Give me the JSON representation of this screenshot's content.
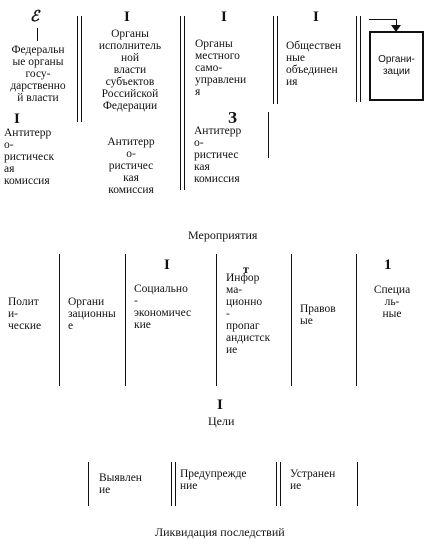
{
  "top_row": {
    "federal": {
      "mark": "ℰ",
      "label": "Федеральн\nые органы\nгосу-\nдарственно\nй власти"
    },
    "regional": {
      "mark": "I",
      "label": "Органы\nисполнитель\nной\nвласти\nсубъектов\nРоссийской\nФедерации"
    },
    "local": {
      "mark": "I",
      "label": "Органы\nместного\nсамо-\nуправлени\nя"
    },
    "public": {
      "mark": "I",
      "label": "Обществен\nные\nобъединен\nия"
    },
    "organizations": {
      "label": "Органи-\nзации"
    }
  },
  "commissions": {
    "federal": {
      "mark": "I",
      "label": "Антитерр\nо-\nристическ\nая\nкомиссия"
    },
    "regional": {
      "label": "Антитерр\nо-\nристичес\nкая\nкомиссия"
    },
    "local": {
      "mark": "З",
      "label": "Антитерр\nо-\nристичес\nкая\nкомиссия"
    }
  },
  "measures_heading": "Мероприятия",
  "measures": {
    "political": {
      "label": "Полит\nи-\nческие"
    },
    "organizational": {
      "label": "Органи\nзационны\nе"
    },
    "socioeconomic": {
      "mark": "I",
      "label": "Социально\n-\nэкономичес\nкие"
    },
    "info": {
      "mark": "т",
      "label": "Инфор\nма-\nционно\n-\nпропаг\nандистск\nие"
    },
    "legal": {
      "label": "Правов\nые"
    },
    "special": {
      "mark": "1",
      "label": "Специа\nль-\nные"
    }
  },
  "goals": {
    "mark": "I",
    "heading": "Цели"
  },
  "goal_items": {
    "detection": "Выявлен\nие",
    "prevention": "Предупрежде\nние",
    "elimination": "Устранен\nие"
  },
  "consequences": "Ликвидация последствий"
}
